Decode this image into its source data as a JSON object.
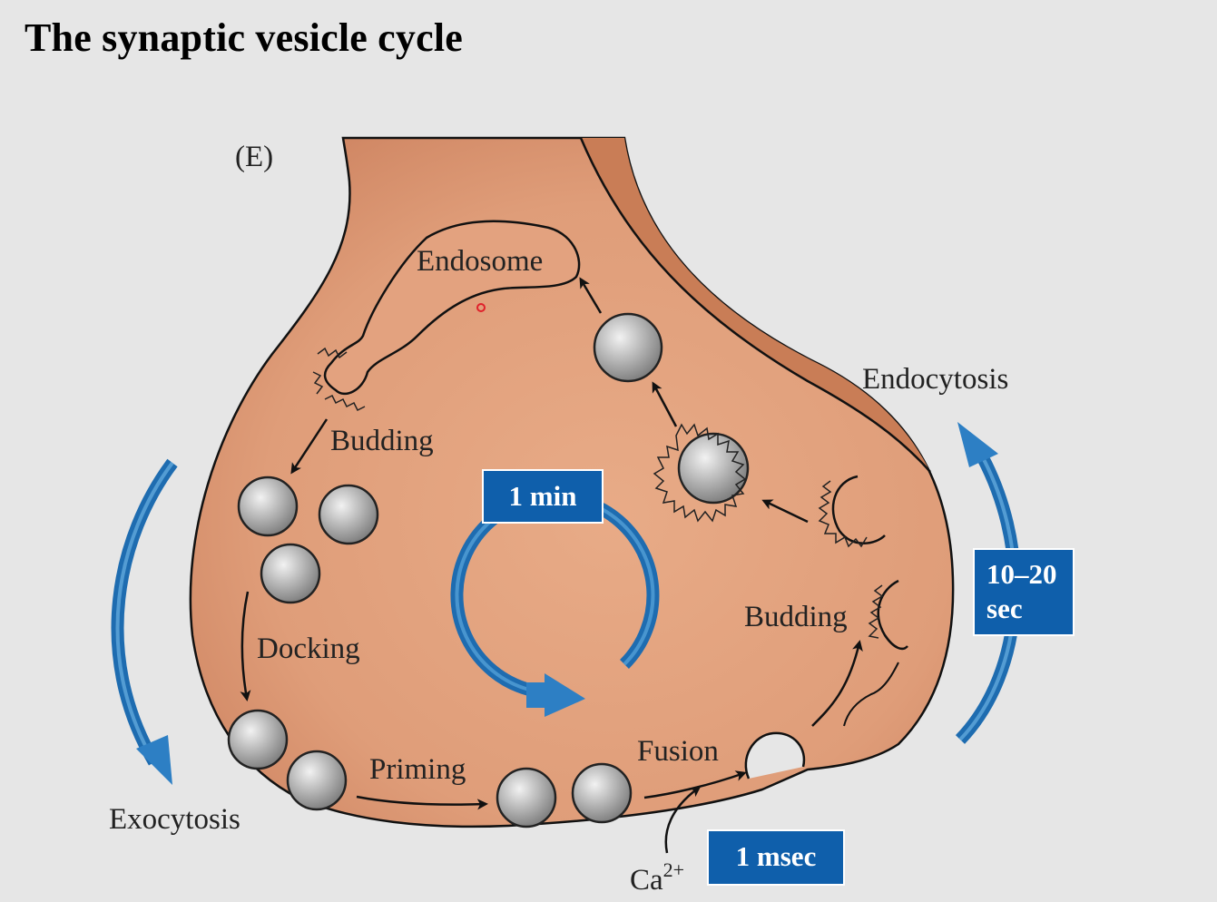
{
  "title": "The synaptic vesicle cycle",
  "panel_label": "(E)",
  "labels": {
    "endosome": "Endosome",
    "budding_left": "Budding",
    "docking": "Docking",
    "priming": "Priming",
    "fusion": "Fusion",
    "exocytosis": "Exocytosis",
    "endocytosis": "Endocytosis",
    "budding_right": "Budding",
    "calcium": "Ca",
    "calcium_charge": "2+"
  },
  "timescales": {
    "cycle": "1 min",
    "endocytosis_line1": "10–20",
    "endocytosis_line2": "sec",
    "fusion": "1 msec"
  },
  "colors": {
    "background": "#e6e6e6",
    "terminal_fill": "#dc9a76",
    "terminal_dark": "#c97d56",
    "arrow_blue": "#2d7fc4",
    "box_blue": "#0f5fab",
    "vesicle_gray": "#a8a8a8"
  }
}
